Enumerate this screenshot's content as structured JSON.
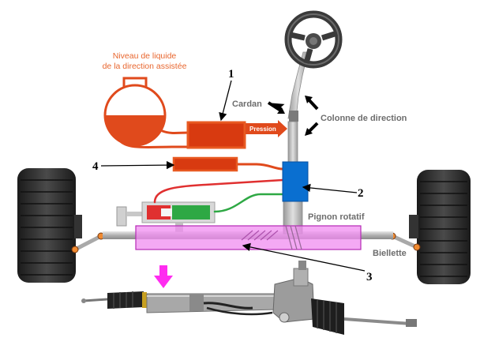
{
  "labels": {
    "reservoir": [
      "Niveau de liquide",
      "de la direction assistée"
    ],
    "pressure": "Pression",
    "cardan": "Cardan",
    "steering_column": "Colonne de direction",
    "pinion": "Pignon rotatif",
    "tie_rod": "Biellette"
  },
  "callouts": {
    "pump": "1",
    "valve_block": "2",
    "rack": "3",
    "return_line": "4"
  },
  "colors": {
    "hydraulic_orange": "#e04a1c",
    "label_orange": "#e8662e",
    "valve_blue": "#0a6fd0",
    "rack_magenta": "#f08cf0",
    "cylinder_green": "#2ea844",
    "cylinder_red": "#e03030",
    "metal_grey": "#bdbdbd"
  }
}
